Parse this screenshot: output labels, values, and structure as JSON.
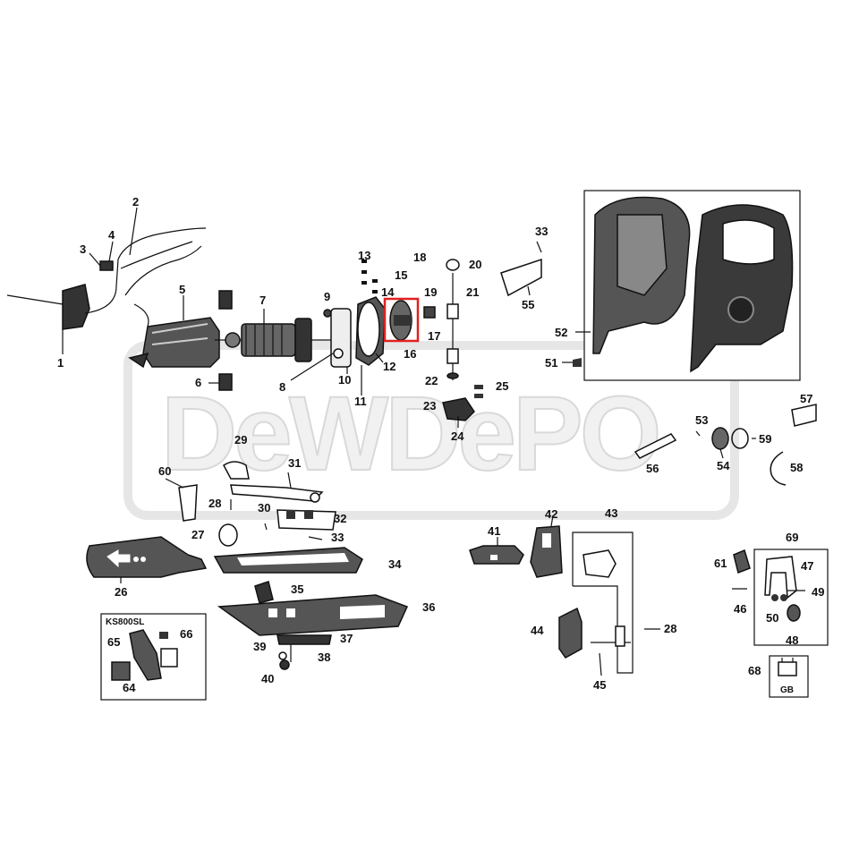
{
  "watermark": {
    "text": "DeWDePO"
  },
  "highlight_color": "#e02020",
  "callouts": [
    {
      "id": "c1",
      "text": "1"
    },
    {
      "id": "c2",
      "text": "2"
    },
    {
      "id": "c3",
      "text": "3"
    },
    {
      "id": "c4",
      "text": "4"
    },
    {
      "id": "c5",
      "text": "5"
    },
    {
      "id": "c6",
      "text": "6"
    },
    {
      "id": "c7",
      "text": "7"
    },
    {
      "id": "c8",
      "text": "8"
    },
    {
      "id": "c9",
      "text": "9"
    },
    {
      "id": "c10",
      "text": "10"
    },
    {
      "id": "c11",
      "text": "11"
    },
    {
      "id": "c12",
      "text": "12"
    },
    {
      "id": "c13",
      "text": "13"
    },
    {
      "id": "c14",
      "text": "14"
    },
    {
      "id": "c15",
      "text": "15"
    },
    {
      "id": "c16",
      "text": "16"
    },
    {
      "id": "c17",
      "text": "17"
    },
    {
      "id": "c18",
      "text": "18"
    },
    {
      "id": "c19",
      "text": "19"
    },
    {
      "id": "c20",
      "text": "20"
    },
    {
      "id": "c21",
      "text": "21"
    },
    {
      "id": "c22",
      "text": "22"
    },
    {
      "id": "c23",
      "text": "23"
    },
    {
      "id": "c24",
      "text": "24"
    },
    {
      "id": "c25",
      "text": "25"
    },
    {
      "id": "c26",
      "text": "26"
    },
    {
      "id": "c27",
      "text": "27"
    },
    {
      "id": "c28a",
      "text": "28"
    },
    {
      "id": "c28b",
      "text": "28"
    },
    {
      "id": "c29",
      "text": "29"
    },
    {
      "id": "c30",
      "text": "30"
    },
    {
      "id": "c31",
      "text": "31"
    },
    {
      "id": "c32",
      "text": "32"
    },
    {
      "id": "c33a",
      "text": "33"
    },
    {
      "id": "c33b",
      "text": "33"
    },
    {
      "id": "c34",
      "text": "34"
    },
    {
      "id": "c35",
      "text": "35"
    },
    {
      "id": "c36",
      "text": "36"
    },
    {
      "id": "c37",
      "text": "37"
    },
    {
      "id": "c38",
      "text": "38"
    },
    {
      "id": "c39",
      "text": "39"
    },
    {
      "id": "c40",
      "text": "40"
    },
    {
      "id": "c41",
      "text": "41"
    },
    {
      "id": "c42",
      "text": "42"
    },
    {
      "id": "c43",
      "text": "43"
    },
    {
      "id": "c44",
      "text": "44"
    },
    {
      "id": "c45",
      "text": "45"
    },
    {
      "id": "c46",
      "text": "46"
    },
    {
      "id": "c47",
      "text": "47"
    },
    {
      "id": "c48",
      "text": "48"
    },
    {
      "id": "c49",
      "text": "49"
    },
    {
      "id": "c50",
      "text": "50"
    },
    {
      "id": "c51",
      "text": "51"
    },
    {
      "id": "c52",
      "text": "52"
    },
    {
      "id": "c53",
      "text": "53"
    },
    {
      "id": "c54",
      "text": "54"
    },
    {
      "id": "c55",
      "text": "55"
    },
    {
      "id": "c56",
      "text": "56"
    },
    {
      "id": "c57",
      "text": "57"
    },
    {
      "id": "c58",
      "text": "58"
    },
    {
      "id": "c59",
      "text": "59"
    },
    {
      "id": "c60",
      "text": "60"
    },
    {
      "id": "c61",
      "text": "61"
    },
    {
      "id": "c64",
      "text": "64"
    },
    {
      "id": "c65",
      "text": "65"
    },
    {
      "id": "c66",
      "text": "66"
    },
    {
      "id": "c68",
      "text": "68"
    },
    {
      "id": "c69",
      "text": "69"
    }
  ],
  "boxes": {
    "ks800sl": {
      "label": "KS800SL"
    },
    "gb": {
      "label": "GB"
    }
  }
}
